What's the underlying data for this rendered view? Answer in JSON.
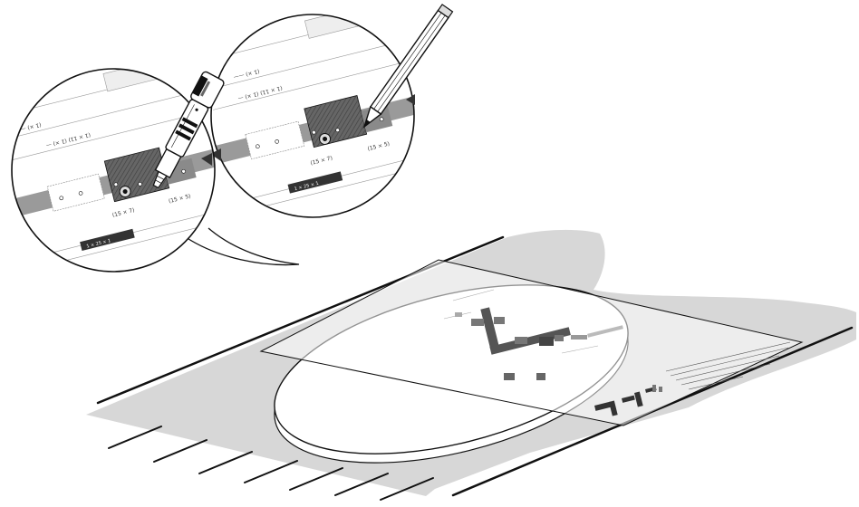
{
  "colors": {
    "background": "#ffffff",
    "floor_shadow": "#d7d7d7",
    "floor_dark": "#c9c9c9",
    "line": "#111111",
    "template_dark": "#444444",
    "template_gray": "#9a9a9a",
    "template_mid": "#7a7a7a"
  },
  "labels": {
    "left_dim": "(15 × 7)",
    "left_dim_b": "(15 × 5)",
    "right_dim": "(15 × 7)",
    "right_dim_b": "(15 × 5)"
  },
  "icons": {
    "cutter": "utility-knife-icon",
    "pencil": "pencil-icon"
  }
}
